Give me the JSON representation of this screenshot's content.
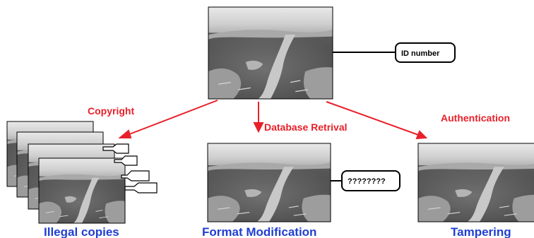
{
  "labels": {
    "copyright": "Copyright",
    "database_retrieval": "Database Retrival",
    "authentication": "Authentication",
    "id_box": "ID number",
    "unknown_box": "????????",
    "illegal_copies": "Illegal copies",
    "format_modification": "Format Modification",
    "tampering": "Tampering"
  },
  "colors": {
    "arrow": "#e8202a",
    "caption": "#1f3fd0"
  }
}
